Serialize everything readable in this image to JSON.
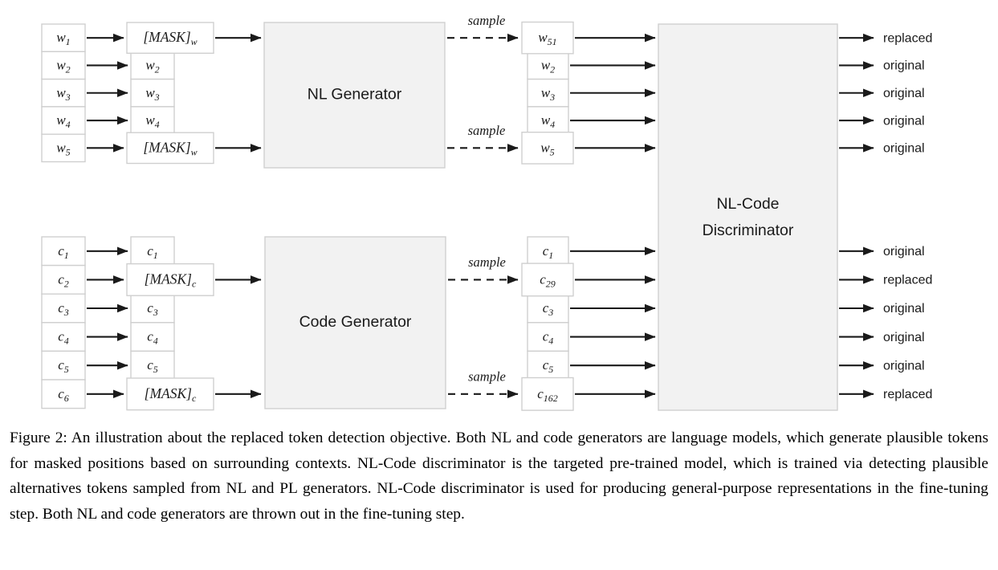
{
  "figure": {
    "modules": {
      "nl_generator": "NL Generator",
      "code_generator": "Code Generator",
      "discriminator_line1": "NL-Code",
      "discriminator_line2": "Discriminator"
    },
    "sample_label": "sample",
    "mask_token_nl": "[MASK]",
    "mask_token_nl_sub": "w",
    "mask_token_code": "[MASK]",
    "mask_token_code_sub": "c",
    "nl": {
      "input_tokens": [
        {
          "base": "w",
          "sub": "1"
        },
        {
          "base": "w",
          "sub": "2"
        },
        {
          "base": "w",
          "sub": "3"
        },
        {
          "base": "w",
          "sub": "4"
        },
        {
          "base": "w",
          "sub": "5"
        }
      ],
      "masked_sequence": [
        {
          "type": "mask",
          "base": "[MASK]",
          "sub": "w"
        },
        {
          "type": "token",
          "base": "w",
          "sub": "2"
        },
        {
          "type": "token",
          "base": "w",
          "sub": "3"
        },
        {
          "type": "token",
          "base": "w",
          "sub": "4"
        },
        {
          "type": "mask",
          "base": "[MASK]",
          "sub": "w"
        }
      ],
      "generated_tokens": [
        {
          "base": "w",
          "sub": "51",
          "sampled": true
        },
        {
          "base": "w",
          "sub": "2",
          "sampled": false
        },
        {
          "base": "w",
          "sub": "3",
          "sampled": false
        },
        {
          "base": "w",
          "sub": "4",
          "sampled": false
        },
        {
          "base": "w",
          "sub": "5",
          "sampled": true
        }
      ],
      "predictions": [
        "replaced",
        "original",
        "original",
        "original",
        "original"
      ]
    },
    "code": {
      "input_tokens": [
        {
          "base": "c",
          "sub": "1"
        },
        {
          "base": "c",
          "sub": "2"
        },
        {
          "base": "c",
          "sub": "3"
        },
        {
          "base": "c",
          "sub": "4"
        },
        {
          "base": "c",
          "sub": "5"
        },
        {
          "base": "c",
          "sub": "6"
        }
      ],
      "masked_sequence": [
        {
          "type": "token",
          "base": "c",
          "sub": "1"
        },
        {
          "type": "mask",
          "base": "[MASK]",
          "sub": "c"
        },
        {
          "type": "token",
          "base": "c",
          "sub": "3"
        },
        {
          "type": "token",
          "base": "c",
          "sub": "4"
        },
        {
          "type": "token",
          "base": "c",
          "sub": "5"
        },
        {
          "type": "mask",
          "base": "[MASK]",
          "sub": "c"
        }
      ],
      "generated_tokens": [
        {
          "base": "c",
          "sub": "1",
          "sampled": false
        },
        {
          "base": "c",
          "sub": "29",
          "sampled": true
        },
        {
          "base": "c",
          "sub": "3",
          "sampled": false
        },
        {
          "base": "c",
          "sub": "4",
          "sampled": false
        },
        {
          "base": "c",
          "sub": "5",
          "sampled": false
        },
        {
          "base": "c",
          "sub": "162",
          "sampled": true
        }
      ],
      "predictions": [
        "original",
        "replaced",
        "original",
        "original",
        "original",
        "replaced"
      ]
    },
    "colors": {
      "module_fill": "#f2f2f2",
      "box_stroke": "#cfcfcf",
      "arrow": "#1a1a1a",
      "text": "#1a1a1a",
      "background": "#ffffff"
    }
  },
  "caption": {
    "text": "Figure 2: An illustration about the replaced token detection objective. Both NL and code generators are language models, which generate plausible tokens for masked positions based on surrounding contexts. NL-Code discriminator is the targeted pre-trained model, which is trained via detecting plausible alternatives tokens sampled from NL and PL generators. NL-Code discriminator is used for producing general-purpose representations in the fine-tuning step. Both NL and code generators are thrown out in the fine-tuning step."
  }
}
